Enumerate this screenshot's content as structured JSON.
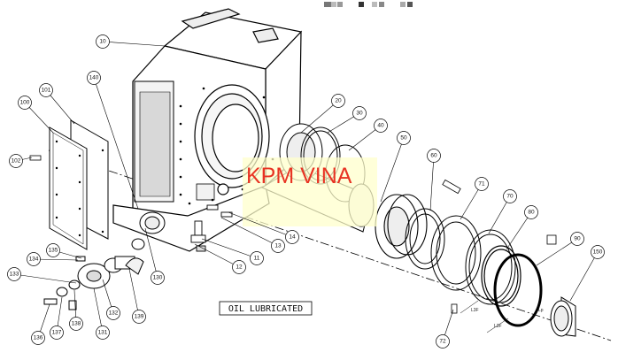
{
  "watermark": "KPM VINA",
  "note": "OIL LUBRICATED",
  "callouts": [
    "10",
    "20",
    "30",
    "40",
    "50",
    "60",
    "70",
    "71",
    "72",
    "80",
    "90",
    "100",
    "101",
    "102",
    "11",
    "12",
    "13",
    "14",
    "130",
    "131",
    "132",
    "133",
    "134",
    "135",
    "136",
    "137",
    "138",
    "139",
    "140",
    "150"
  ],
  "dim_labels": [
    "L3F",
    "L3F",
    "Lp"
  ]
}
